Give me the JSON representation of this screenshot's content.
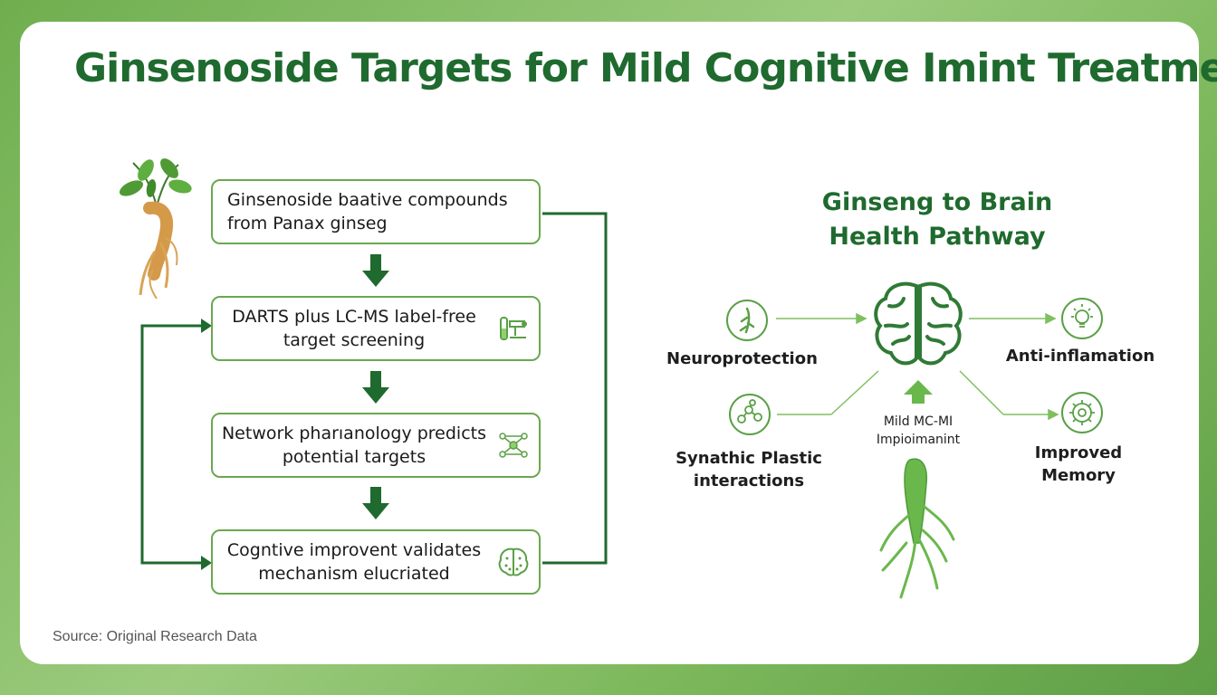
{
  "title": "Ginsenoside Targets for Mild Cognitive Imint Treatment",
  "flow": {
    "steps": [
      {
        "line1": "Ginsenoside baative compounds",
        "line2": "from Panax ginseg",
        "icon": "none"
      },
      {
        "line1": "DARTS plus LC-MS label-free",
        "line2": "target screening",
        "icon": "lab-flask-icon"
      },
      {
        "line1": "Network pharıanology predicts",
        "line2": "potential targets",
        "icon": "network-icon"
      },
      {
        "line1": "Cogntive improvent validates",
        "line2": "mechanism elucriated",
        "icon": "brain-icon"
      }
    ]
  },
  "pathway": {
    "title_line1": "Ginseng to Brain",
    "title_line2": "Health Pathway",
    "neuroprotection": "Neuroprotection",
    "synaptic_line1": "Synathic Plastic",
    "synaptic_line2": "interactions",
    "anti_inflammation": "Anti-inflamation",
    "memory_line1": "Improved",
    "memory_line2": "Memory",
    "center_line1": "Mild MC-MI",
    "center_line2": "Impioimanint"
  },
  "source": "Source: Original Research Data",
  "colors": {
    "primary_green": "#1f6a2e",
    "box_border": "#6aa84f",
    "light_green": "#7fbf5f"
  }
}
